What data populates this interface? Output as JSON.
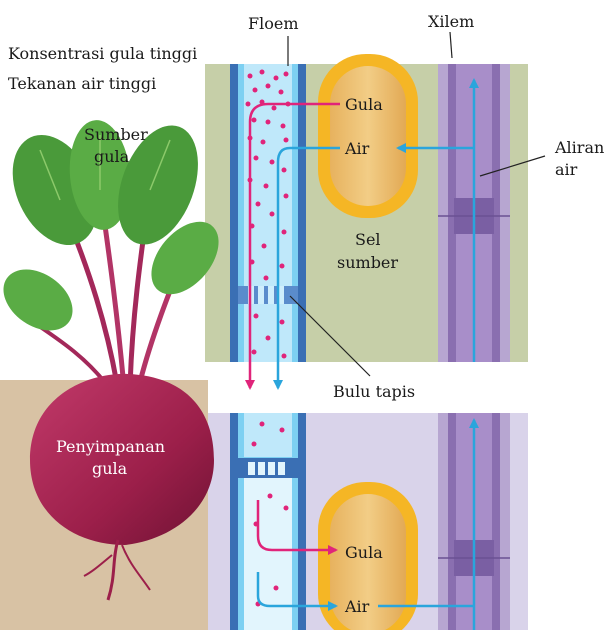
{
  "labels": {
    "floem": "Floem",
    "xilem": "Xilem",
    "source_line1": "Konsentrasi gula tinggi",
    "source_line2": "Tekanan air tinggi",
    "sumber_1": "Sumber",
    "sumber_2": "gula",
    "gula_top": "Gula",
    "air_top": "Air",
    "sel_1": "Sel",
    "sel_2": "sumber",
    "aliran_1": "Aliran",
    "aliran_2": "air",
    "bulu_tapis": "Bulu tapis",
    "store_1": "Penyimpanan",
    "store_2": "gula",
    "gula_bottom": "Gula",
    "air_bottom": "Air"
  },
  "colors": {
    "sugar": "#e0247a",
    "water": "#2aa5dc",
    "phloem_wall": "#3a6fb4",
    "xylem": "#8a6fb0",
    "source_bg": "#c6cfa8",
    "sink_bg": "#d9d3ea",
    "cell_fill": "#ecbd6a",
    "cell_border": "#f5b625",
    "beet": "#9c1f4a",
    "leaf": "#4a9a3a",
    "soil": "#d8c2a4"
  }
}
